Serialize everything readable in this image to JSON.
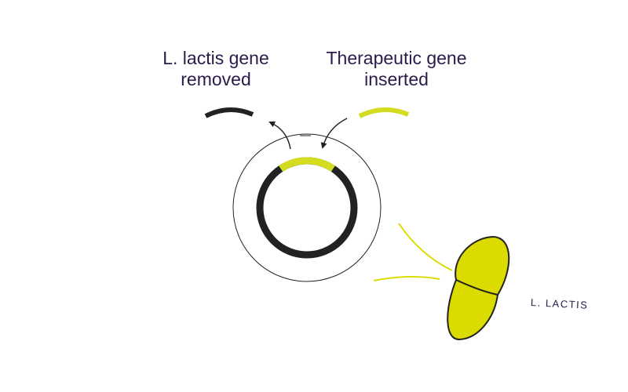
{
  "labels": {
    "removed": "L. lactis gene\nremoved",
    "inserted": "Therapeutic gene\ninserted",
    "organism": "L. LACTIS"
  },
  "colors": {
    "plasmid": "#222222",
    "therapeutic_gene": "#d4dc1f",
    "bacterium_fill": "#dbdb00",
    "text": "#2a1b4a",
    "outline": "#222222"
  }
}
